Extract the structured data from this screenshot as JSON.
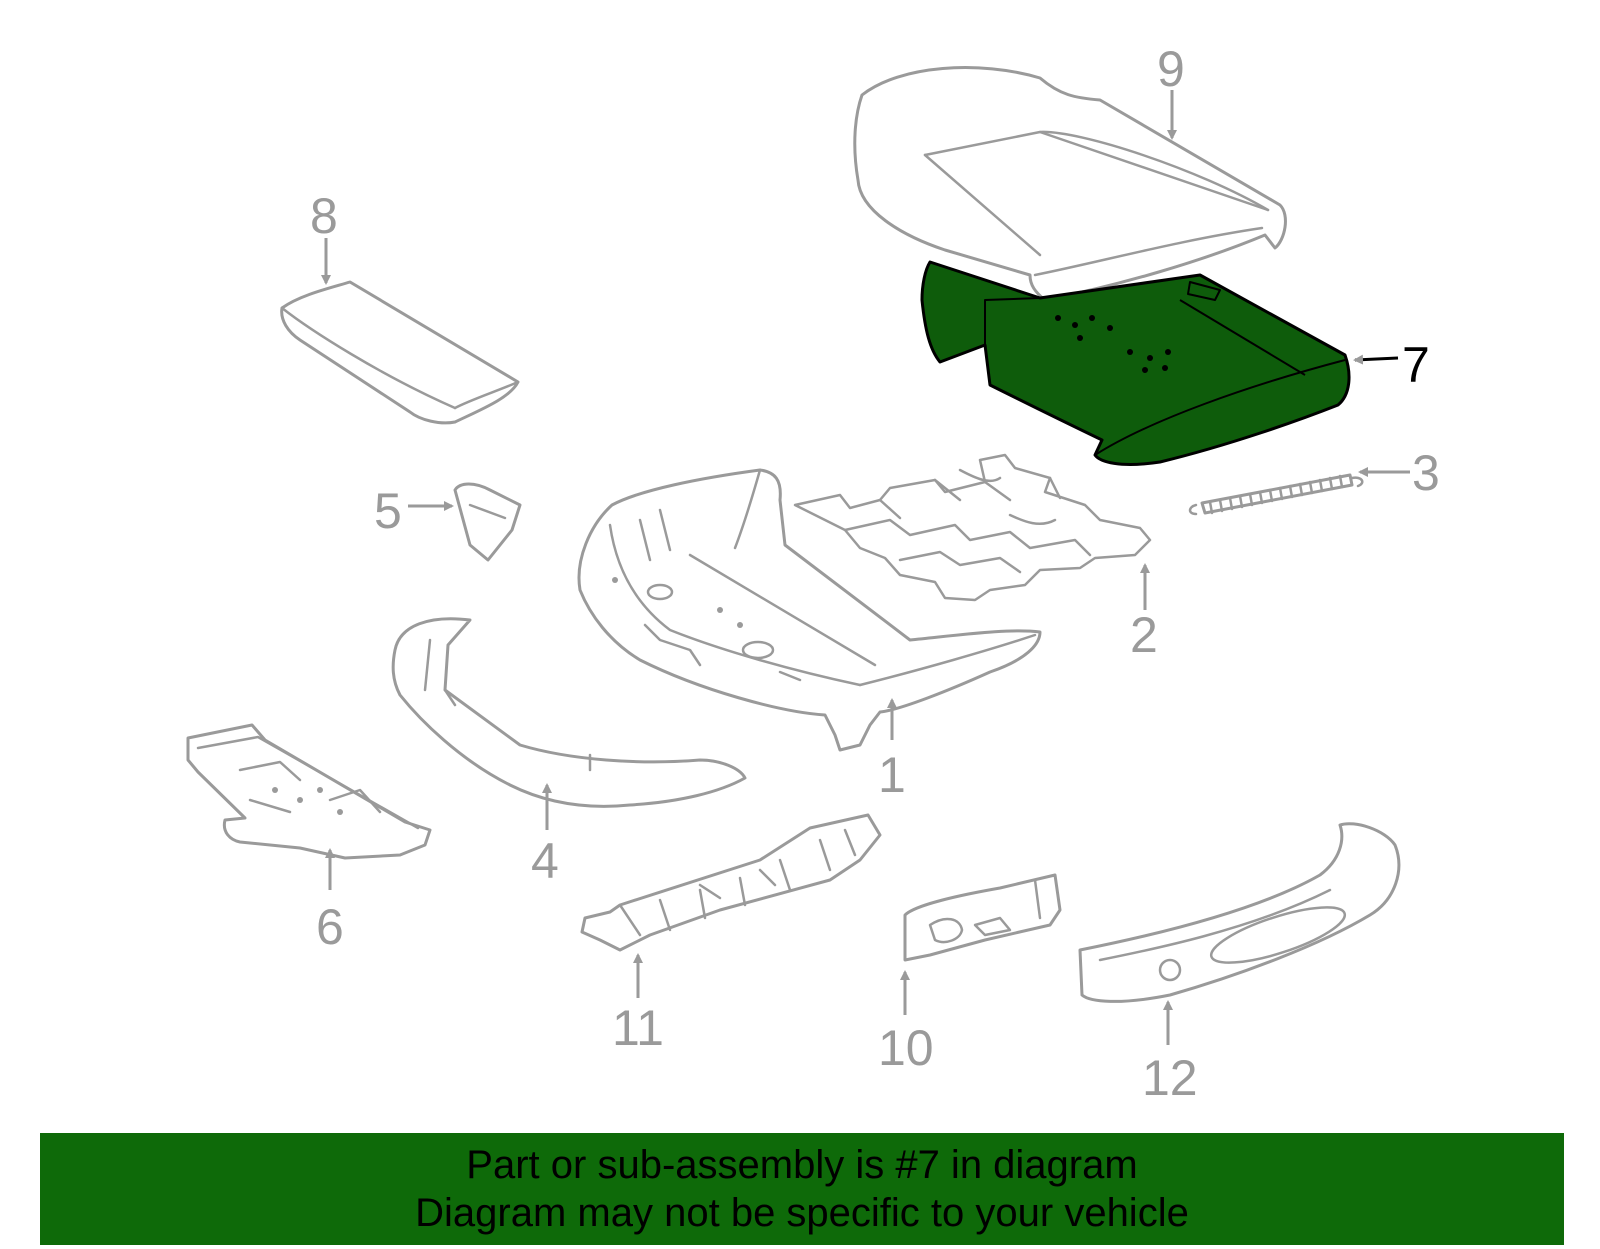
{
  "callouts": {
    "c1": "1",
    "c2": "2",
    "c3": "3",
    "c4": "4",
    "c5": "5",
    "c6": "6",
    "c7": "7",
    "c8": "8",
    "c9": "9",
    "c10": "10",
    "c11": "11",
    "c12": "12"
  },
  "highlighted_part": "7",
  "colors": {
    "highlight_fill": "#0e5c0b",
    "banner_background": "#0e6a09",
    "part_outline": "#9a9a9a"
  },
  "banner": {
    "line1": "Part or sub-assembly is #7 in diagram",
    "line2": "Diagram may not be specific to your vehicle"
  }
}
